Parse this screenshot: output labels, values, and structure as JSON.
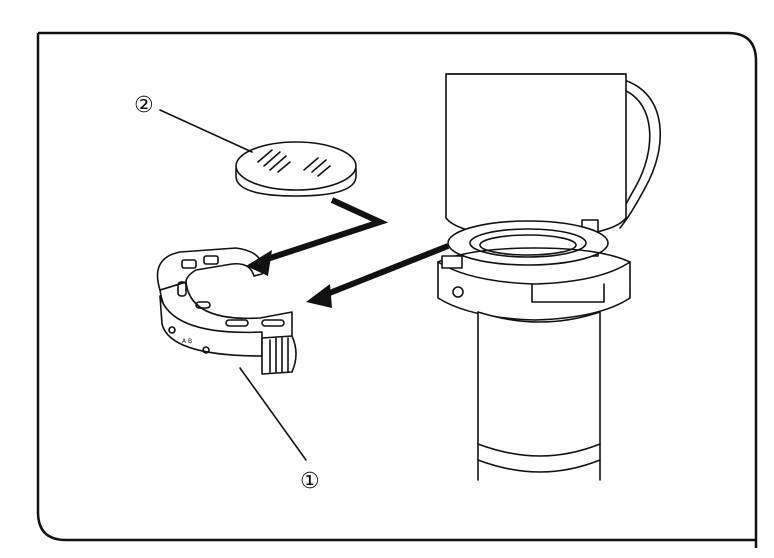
{
  "figure": {
    "callouts": [
      {
        "id": "filter-holder",
        "label": "①"
      },
      {
        "id": "filter",
        "label": "②"
      }
    ],
    "colors": {
      "line": "#111111",
      "background": "#ffffff"
    }
  }
}
